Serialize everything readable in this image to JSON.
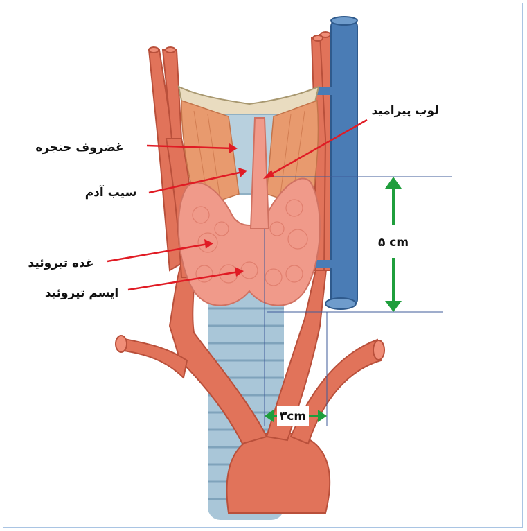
{
  "labels": {
    "pyramidal_lobe": "لوب پیرامید",
    "laryngeal_cartilage": "غضروف حنجره",
    "adams_apple": "سیب آدم",
    "thyroid_gland": "غده تیروئید",
    "thyroid_isthmus": "ایسم تیروئید"
  },
  "measurements": {
    "height_label": "۵ cm",
    "width_label": "۳cm"
  },
  "colors": {
    "arrow_red": "#e01b24",
    "measure_green": "#1f9e3c",
    "artery": "#e1735a",
    "vein": "#4a7cb5",
    "thyroid": "#f09a8a",
    "trachea": "#a9c6d8",
    "muscle": "#e89a6e",
    "cartilage": "#e9dcc0",
    "guide_line": "#3f5b9a"
  }
}
